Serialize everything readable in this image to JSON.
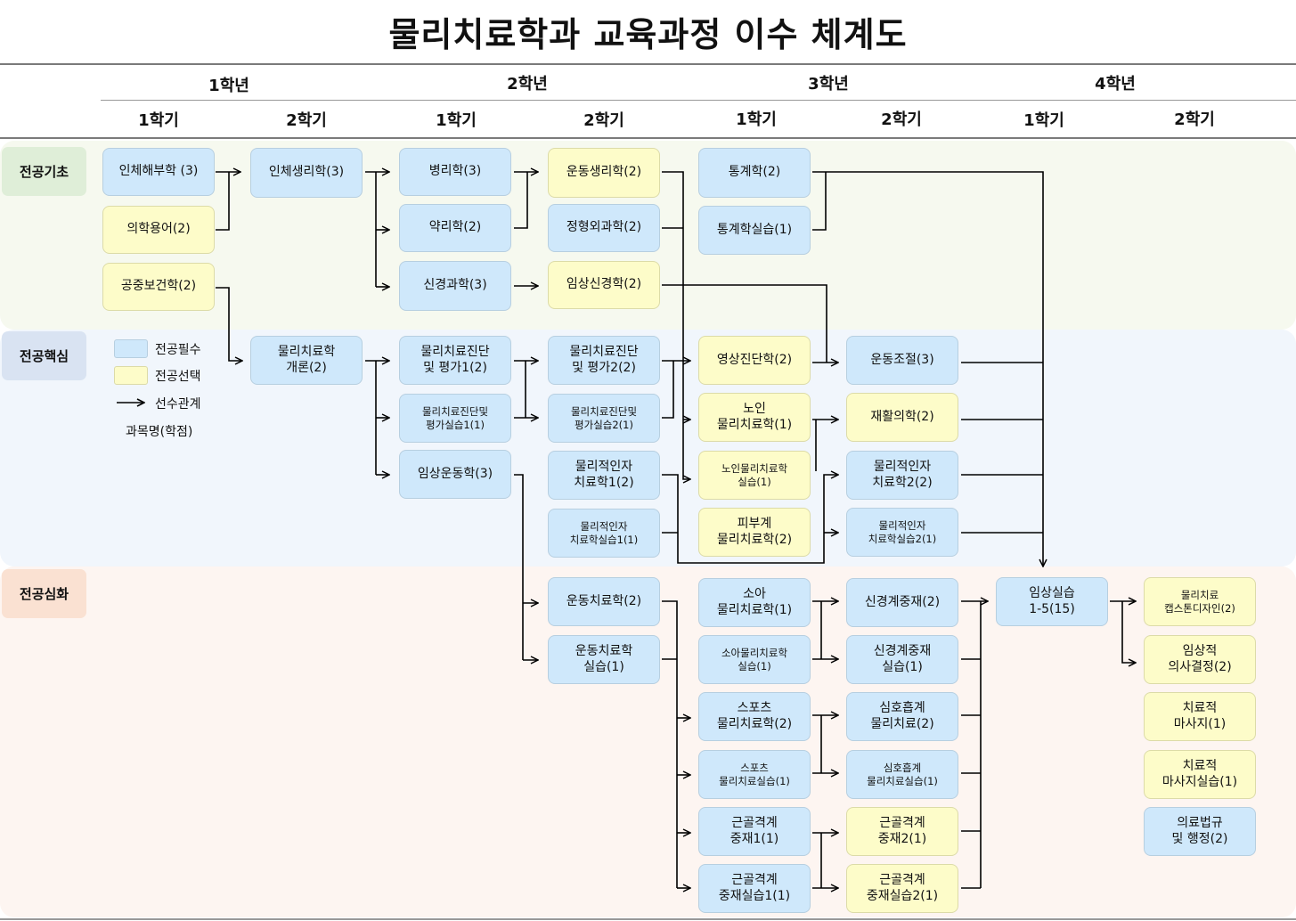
{
  "title": "물리치료학과 교육과정 이수 체계도",
  "years": [
    "1학년",
    "2학년",
    "3학년",
    "4학년"
  ],
  "semesters": [
    "1학기",
    "2학기",
    "1학기",
    "2학기",
    "1학기",
    "2학기",
    "1학기",
    "2학기"
  ],
  "categories": [
    "전공기초",
    "전공핵심",
    "전공심화"
  ],
  "legend": {
    "required": "전공필수",
    "elective": "전공선택",
    "prerequisite": "선수관계",
    "course_format": "과목명(학점)"
  },
  "colors": {
    "required_fill": "#cfe8fb",
    "elective_fill": "#fdfcc9",
    "band_basic": "#f6f9ef",
    "band_core": "#f1f6fc",
    "band_advanced": "#fdf5f1",
    "cat_basic": "#dfeed8",
    "cat_core": "#d9e3f2",
    "cat_advanced": "#fae1d2"
  },
  "courses": {
    "c1": "인체해부학 (3)",
    "c2": "의학용어(2)",
    "c3": "공중보건학(2)",
    "c4": "인체생리학(3)",
    "c5": "물리치료학\n개론(2)",
    "c6": "병리학(3)",
    "c7": "약리학(2)",
    "c8": "신경과학(3)",
    "c9": "물리치료진단\n및 평가1(2)",
    "c10": "물리치료진단및\n평가실습1(1)",
    "c11": "임상운동학(3)",
    "c12": "운동생리학(2)",
    "c13": "정형외과학(2)",
    "c14": "임상신경학(2)",
    "c15": "물리치료진단\n및 평가2(2)",
    "c16": "물리치료진단및\n평가실습2(1)",
    "c17": "물리적인자\n치료학1(2)",
    "c18": "물리적인자\n치료학실습1(1)",
    "c19": "운동치료학(2)",
    "c20": "운동치료학\n실습(1)",
    "c21": "통계학(2)",
    "c22": "통계학실습(1)",
    "c23": "영상진단학(2)",
    "c24": "노인\n물리치료학(1)",
    "c25": "노인물리치료학\n실습(1)",
    "c26": "피부계\n물리치료학(2)",
    "c27": "소아\n물리치료학(1)",
    "c28": "소아물리치료학\n실습(1)",
    "c29": "스포츠\n물리치료학(2)",
    "c30": "스포츠\n물리치료실습(1)",
    "c31": "근골격계\n중재1(1)",
    "c32": "근골격계\n중재실습1(1)",
    "c33": "운동조절(3)",
    "c34": "재활의학(2)",
    "c35": "물리적인자\n치료학2(2)",
    "c36": "물리적인자\n치료학실습2(1)",
    "c37": "신경계중재(2)",
    "c38": "신경계중재\n실습(1)",
    "c39": "심호흡계\n물리치료(2)",
    "c40": "심호흡계\n물리치료실습(1)",
    "c41": "근골격계\n중재2(1)",
    "c42": "근골격계\n중재실습2(1)",
    "c43": "임상실습\n1-5(15)",
    "c44": "물리치료\n캡스톤디자인(2)",
    "c45": "임상적\n의사결정(2)",
    "c46": "치료적\n마사지(1)",
    "c47": "치료적\n마사지실습(1)",
    "c48": "의료법규\n및 행정(2)"
  }
}
